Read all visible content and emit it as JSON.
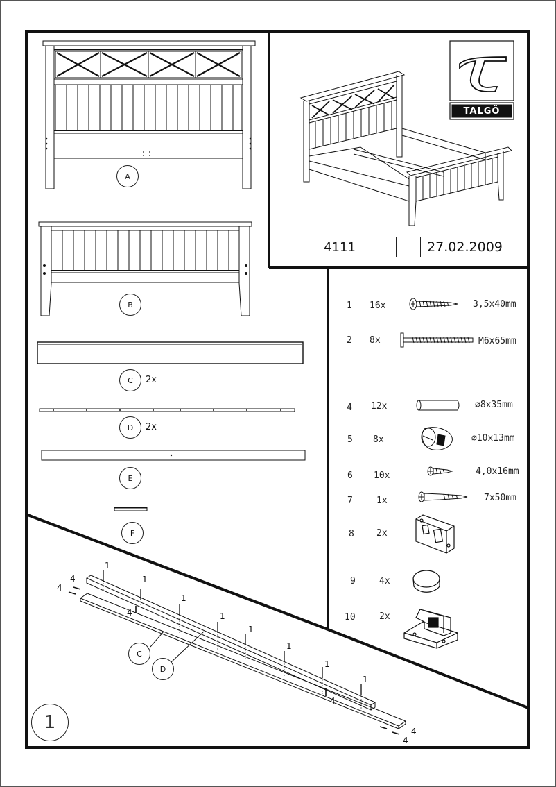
{
  "header": {
    "brand_name": "TALGÖ",
    "brand_letter": "t",
    "model_code": "4111",
    "date": "27.02.2009"
  },
  "parts": [
    {
      "label": "A",
      "qty": ""
    },
    {
      "label": "B",
      "qty": ""
    },
    {
      "label": "C",
      "qty": "2x"
    },
    {
      "label": "D",
      "qty": "2x"
    },
    {
      "label": "E",
      "qty": ""
    },
    {
      "label": "F",
      "qty": ""
    }
  ],
  "hardware": [
    {
      "num": "1",
      "qty": "16x",
      "size": "3,5x40mm",
      "icon": "wood-screw-icon"
    },
    {
      "num": "2",
      "qty": "8x",
      "size": "M6x65mm",
      "icon": "bolt-icon"
    },
    {
      "num": "4",
      "qty": "12x",
      "size": "∅8x35mm",
      "icon": "dowel-icon"
    },
    {
      "num": "5",
      "qty": "8x",
      "size": "∅10x13mm",
      "icon": "cam-nut-icon"
    },
    {
      "num": "6",
      "qty": "10x",
      "size": "4,0x16mm",
      "icon": "small-screw-icon"
    },
    {
      "num": "7",
      "qty": "1x",
      "size": "7x50mm",
      "icon": "lag-screw-icon"
    },
    {
      "num": "8",
      "qty": "2x",
      "size": "",
      "icon": "bracket-plate-icon"
    },
    {
      "num": "9",
      "qty": "4x",
      "size": "",
      "icon": "glide-cap-icon"
    },
    {
      "num": "10",
      "qty": "2x",
      "size": "",
      "icon": "support-bracket-icon"
    }
  ],
  "step": {
    "number": "1",
    "callouts": {
      "screw": "1",
      "dowel": "4",
      "part_c": "C",
      "part_d": "D"
    }
  }
}
